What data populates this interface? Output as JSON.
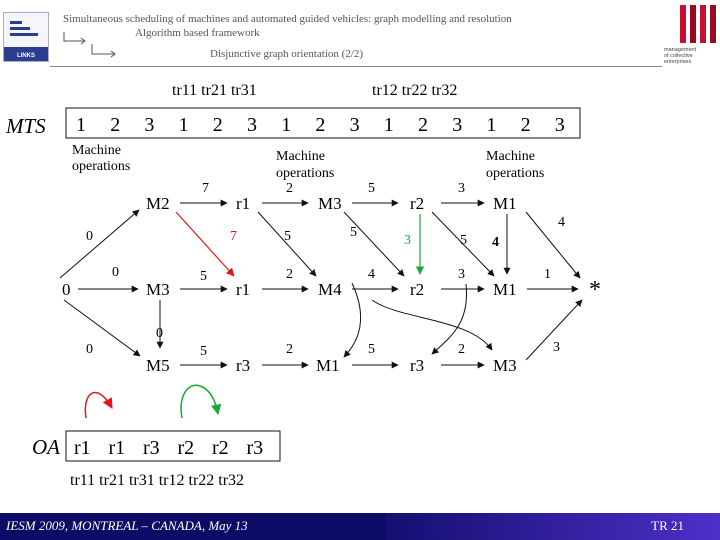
{
  "header": {
    "line1": "Simultaneous scheduling of machines and automated guided vehicles: graph modelling and resolution",
    "line2": "Algorithm based framework",
    "line3": "Disjunctive graph orientation (2/2)",
    "logo_left_text": "LINKS",
    "logo_right_text": "management\nof collective\nenterprises"
  },
  "top_labels": {
    "tr_group1": "tr11 tr21 tr31",
    "tr_group2": "tr12 tr22 tr32"
  },
  "mts": {
    "label": "MTS",
    "sequence": [
      "1",
      "2",
      "3",
      "1",
      "2",
      "3",
      "1",
      "2",
      "3",
      "1",
      "2",
      "3",
      "1",
      "2",
      "3"
    ],
    "annotations": [
      {
        "text": "Machine\noperations"
      },
      {
        "text": "Machine\noperations"
      },
      {
        "text": "Machine\noperations"
      }
    ]
  },
  "graph": {
    "nodes": [
      {
        "id": "src",
        "label": "0"
      },
      {
        "id": "m2a",
        "label": "M2"
      },
      {
        "id": "r1a",
        "label": "r1"
      },
      {
        "id": "m3a",
        "label": "M3"
      },
      {
        "id": "r2a",
        "label": "r2"
      },
      {
        "id": "m1a",
        "label": "M1"
      },
      {
        "id": "m3b",
        "label": "M3"
      },
      {
        "id": "r1b",
        "label": "r1"
      },
      {
        "id": "m4b",
        "label": "M4"
      },
      {
        "id": "r2b",
        "label": "r2"
      },
      {
        "id": "m1b",
        "label": "M1"
      },
      {
        "id": "m5c",
        "label": "M5"
      },
      {
        "id": "r3c",
        "label": "r3"
      },
      {
        "id": "m1c",
        "label": "M1"
      },
      {
        "id": "r3d",
        "label": "r3"
      },
      {
        "id": "m3c",
        "label": "M3"
      },
      {
        "id": "sink",
        "label": "*"
      }
    ],
    "weights": {
      "s_m2": "0",
      "s_m3": "0",
      "s_m5": "0",
      "m2_r1": "7",
      "r1_m3": "2",
      "m3_r2": "5",
      "r2_m1": "3",
      "m1_sink": "4",
      "m2_r1b_red": "7",
      "r1a_m4": "5",
      "m3a_r2b": "5",
      "r2a_m1b_green": "3",
      "r2a_m1b": "5",
      "m1a_m1b": "4",
      "m3b_r1": "5",
      "r1b_m4": "2",
      "m4_r2": "4",
      "r2b_m1": "3",
      "m1b_sink": "1",
      "m3b_m5": "0",
      "m5_r3": "5",
      "r3_m1c": "2",
      "m1c_r3": "5",
      "r3_m3c": "2",
      "m3c_sink": "3"
    }
  },
  "oa": {
    "label": "OA",
    "sequence": [
      "r1",
      "r1",
      "r3",
      "r2",
      "r2",
      "r3"
    ],
    "bottom_text": "tr11 tr21 tr31 tr12 tr22 tr32"
  },
  "colors": {
    "red": "#e01818",
    "green": "#1aa83a",
    "footer_dark": "#0c0c66",
    "footer_purple": "#4e2fc8"
  },
  "footer": {
    "text": "IESM 2009, MONTREAL – CANADA, May 13",
    "page": "TR 21"
  }
}
